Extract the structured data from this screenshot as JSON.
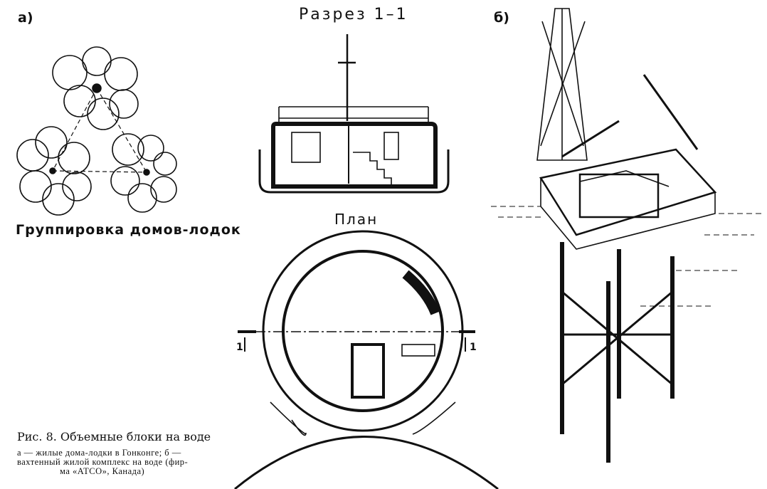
{
  "labels": {
    "panel_a": "а)",
    "panel_b": "б)",
    "section": "Разрез 1–1",
    "plan": "План",
    "grouping": "Группировка домов-лодок",
    "cut_left": "1",
    "cut_right": "1"
  },
  "caption": {
    "title": "Рис. 8. Объемные блоки на воде",
    "line1": "а — жилые дома-лодки в Гонконге; б —",
    "line2": "вахтенный жилой комплекс на воде (фир-",
    "line3": "ма «АТСО», Канада)"
  }
}
